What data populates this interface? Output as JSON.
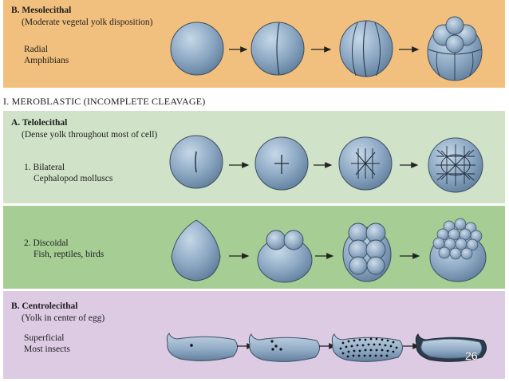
{
  "mesolecithal": {
    "title": "B. Mesolecithal",
    "subtitle": "(Moderate vegetal yolk disposition)",
    "type": "Radial",
    "example": "Amphibians"
  },
  "meroblastic": {
    "heading": "I. MEROBLASTIC (INCOMPLETE CLEAVAGE)"
  },
  "telolecithal": {
    "title": "A. Telolecithal",
    "subtitle": "(Dense yolk throughout most of cell)",
    "bilateral": "1. Bilateral",
    "bilateral_example": "Cephalopod molluscs",
    "discoidal": "2. Discoidal",
    "discoidal_example": "Fish, reptiles, birds"
  },
  "centrolecithal": {
    "title": "B. Centrolecithal",
    "subtitle": "(Yolk in center of egg)",
    "type": "Superficial",
    "example": "Most insects"
  },
  "page_number": "26",
  "colors": {
    "mesolecithal_bg": "#f2c07e",
    "telolecithal_bg": "#d0e3c8",
    "discoidal_bg": "#a6cd94",
    "centrolecithal_bg": "#dccbe3",
    "cell_fill": "#8ea9c4"
  }
}
